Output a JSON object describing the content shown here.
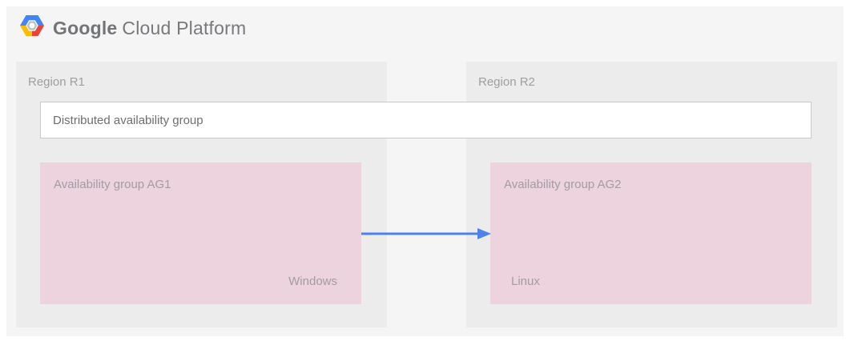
{
  "header": {
    "brand_primary": "Google",
    "brand_secondary": "Cloud Platform",
    "logo_colors": {
      "blue": "#4285f4",
      "red": "#ea4335",
      "yellow": "#fbbc05",
      "nut_gray": "#bdc1c6"
    }
  },
  "diagram": {
    "regions": [
      {
        "id": "R1",
        "label": "Region R1"
      },
      {
        "id": "R2",
        "label": "Region R2"
      }
    ],
    "distributed_group": {
      "label": "Distributed availability group"
    },
    "availability_groups": [
      {
        "id": "AG1",
        "label": "Availability group AG1",
        "os": "Windows",
        "region": "R1"
      },
      {
        "id": "AG2",
        "label": "Availability group AG2",
        "os": "Linux",
        "region": "R2"
      }
    ],
    "arrow": {
      "from": "AG1",
      "to": "AG2",
      "color": "#4d82ec"
    }
  },
  "colors": {
    "panel_background": "#f5f5f6",
    "region_background": "#ececed",
    "availability_group_background": "#ecd3dd",
    "group_bar_background": "#ffffff",
    "group_bar_border": "#c9c9c9",
    "muted_label": "#9e9e9e"
  }
}
